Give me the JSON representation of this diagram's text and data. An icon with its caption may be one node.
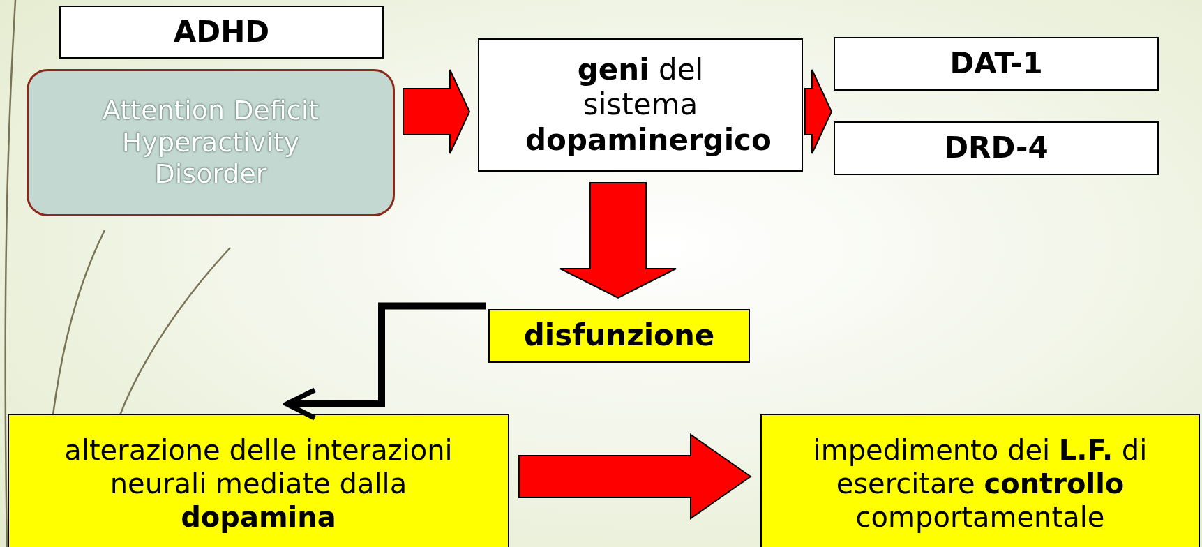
{
  "diagram": {
    "nodes": [
      {
        "text": [
          "ADHD"
        ]
      },
      {
        "text": [
          "Attention Deficit Hyperactivity Disorder"
        ]
      },
      {
        "text": [
          "**geni** del sistema **dopaminergico**"
        ]
      },
      {
        "text": [
          "DAT-1"
        ]
      },
      {
        "text": [
          "DRD-4"
        ]
      },
      {
        "text": [
          "disfunzione"
        ]
      },
      {
        "text": [
          "alterazione delle interazioni neurali mediate dalla **dopamina**"
        ]
      },
      {
        "text": [
          "impedimento dei **L.F.** di esercitare **controllo** comportamentale"
        ]
      }
    ],
    "edges": [
      {
        "from": 1,
        "to": 2,
        "arrow": "to"
      },
      {
        "from": 2,
        "to": 3,
        "arrow": "to"
      },
      {
        "from": 2,
        "to": 4,
        "arrow": "to"
      },
      {
        "from": 5,
        "to": 6,
        "arrow": "to",
        "color": "#000000"
      },
      {
        "from": 2,
        "to": 5,
        "arrow": "to"
      },
      {
        "from": 6,
        "to": 7,
        "arrow": "to"
      }
    ]
  }
}
